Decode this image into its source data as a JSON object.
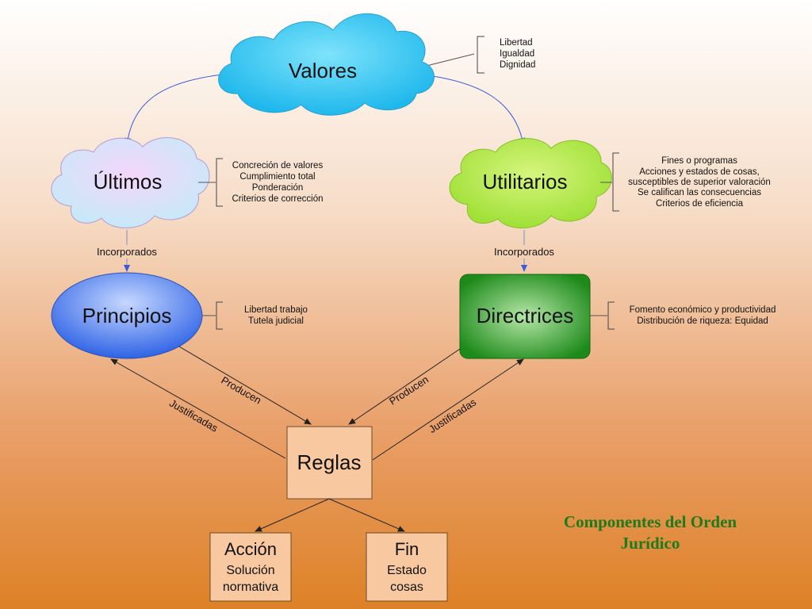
{
  "nodes": {
    "valores": "Valores",
    "ultimos": "Últimos",
    "utilitarios": "Utilitarios",
    "principios": "Principios",
    "directrices": "Directrices",
    "reglas": "Reglas",
    "accion": {
      "title": "Acción",
      "line1": "Solución",
      "line2": "normativa"
    },
    "fin": {
      "title": "Fin",
      "line1": "Estado",
      "line2": "cosas"
    }
  },
  "edge_labels": {
    "incorporados_left": "Incorporados",
    "incorporados_right": "Incorporados",
    "producen_left": "Producen",
    "producen_right": "Producen",
    "justificadas_left": "Justificadas",
    "justificadas_right": "Justificadas"
  },
  "notes": {
    "valores": [
      "Libertad",
      "Igualdad",
      "Dignidad"
    ],
    "ultimos": [
      "Concreción de valores",
      "Cumplimiento total",
      "Ponderación",
      "Criterios de corrección"
    ],
    "utilitarios": [
      "Fines o programas",
      "Acciones y estados de cosas,",
      "susceptibles de superior valoración",
      "Se califican las consecuencias",
      "Criterios de eficiencia"
    ],
    "principios": [
      "Libertad trabajo",
      "Tutela judicial"
    ],
    "directrices": [
      "Fomento económico y productividad",
      "Distribución de riqueza: Equidad"
    ]
  },
  "title": {
    "line1": "Componentes del Orden",
    "line2": "Jurídico"
  },
  "colors": {
    "valores_cloud": "#37c6f0",
    "ultimos_cloud": "#e6b8f4",
    "utilitarios_cloud": "#b4ea3c",
    "principios_ellipse": "#3d78f0",
    "directrices_box": "#22911e",
    "box_fill": "#f8c9a0",
    "title": "#1e7a1a"
  }
}
